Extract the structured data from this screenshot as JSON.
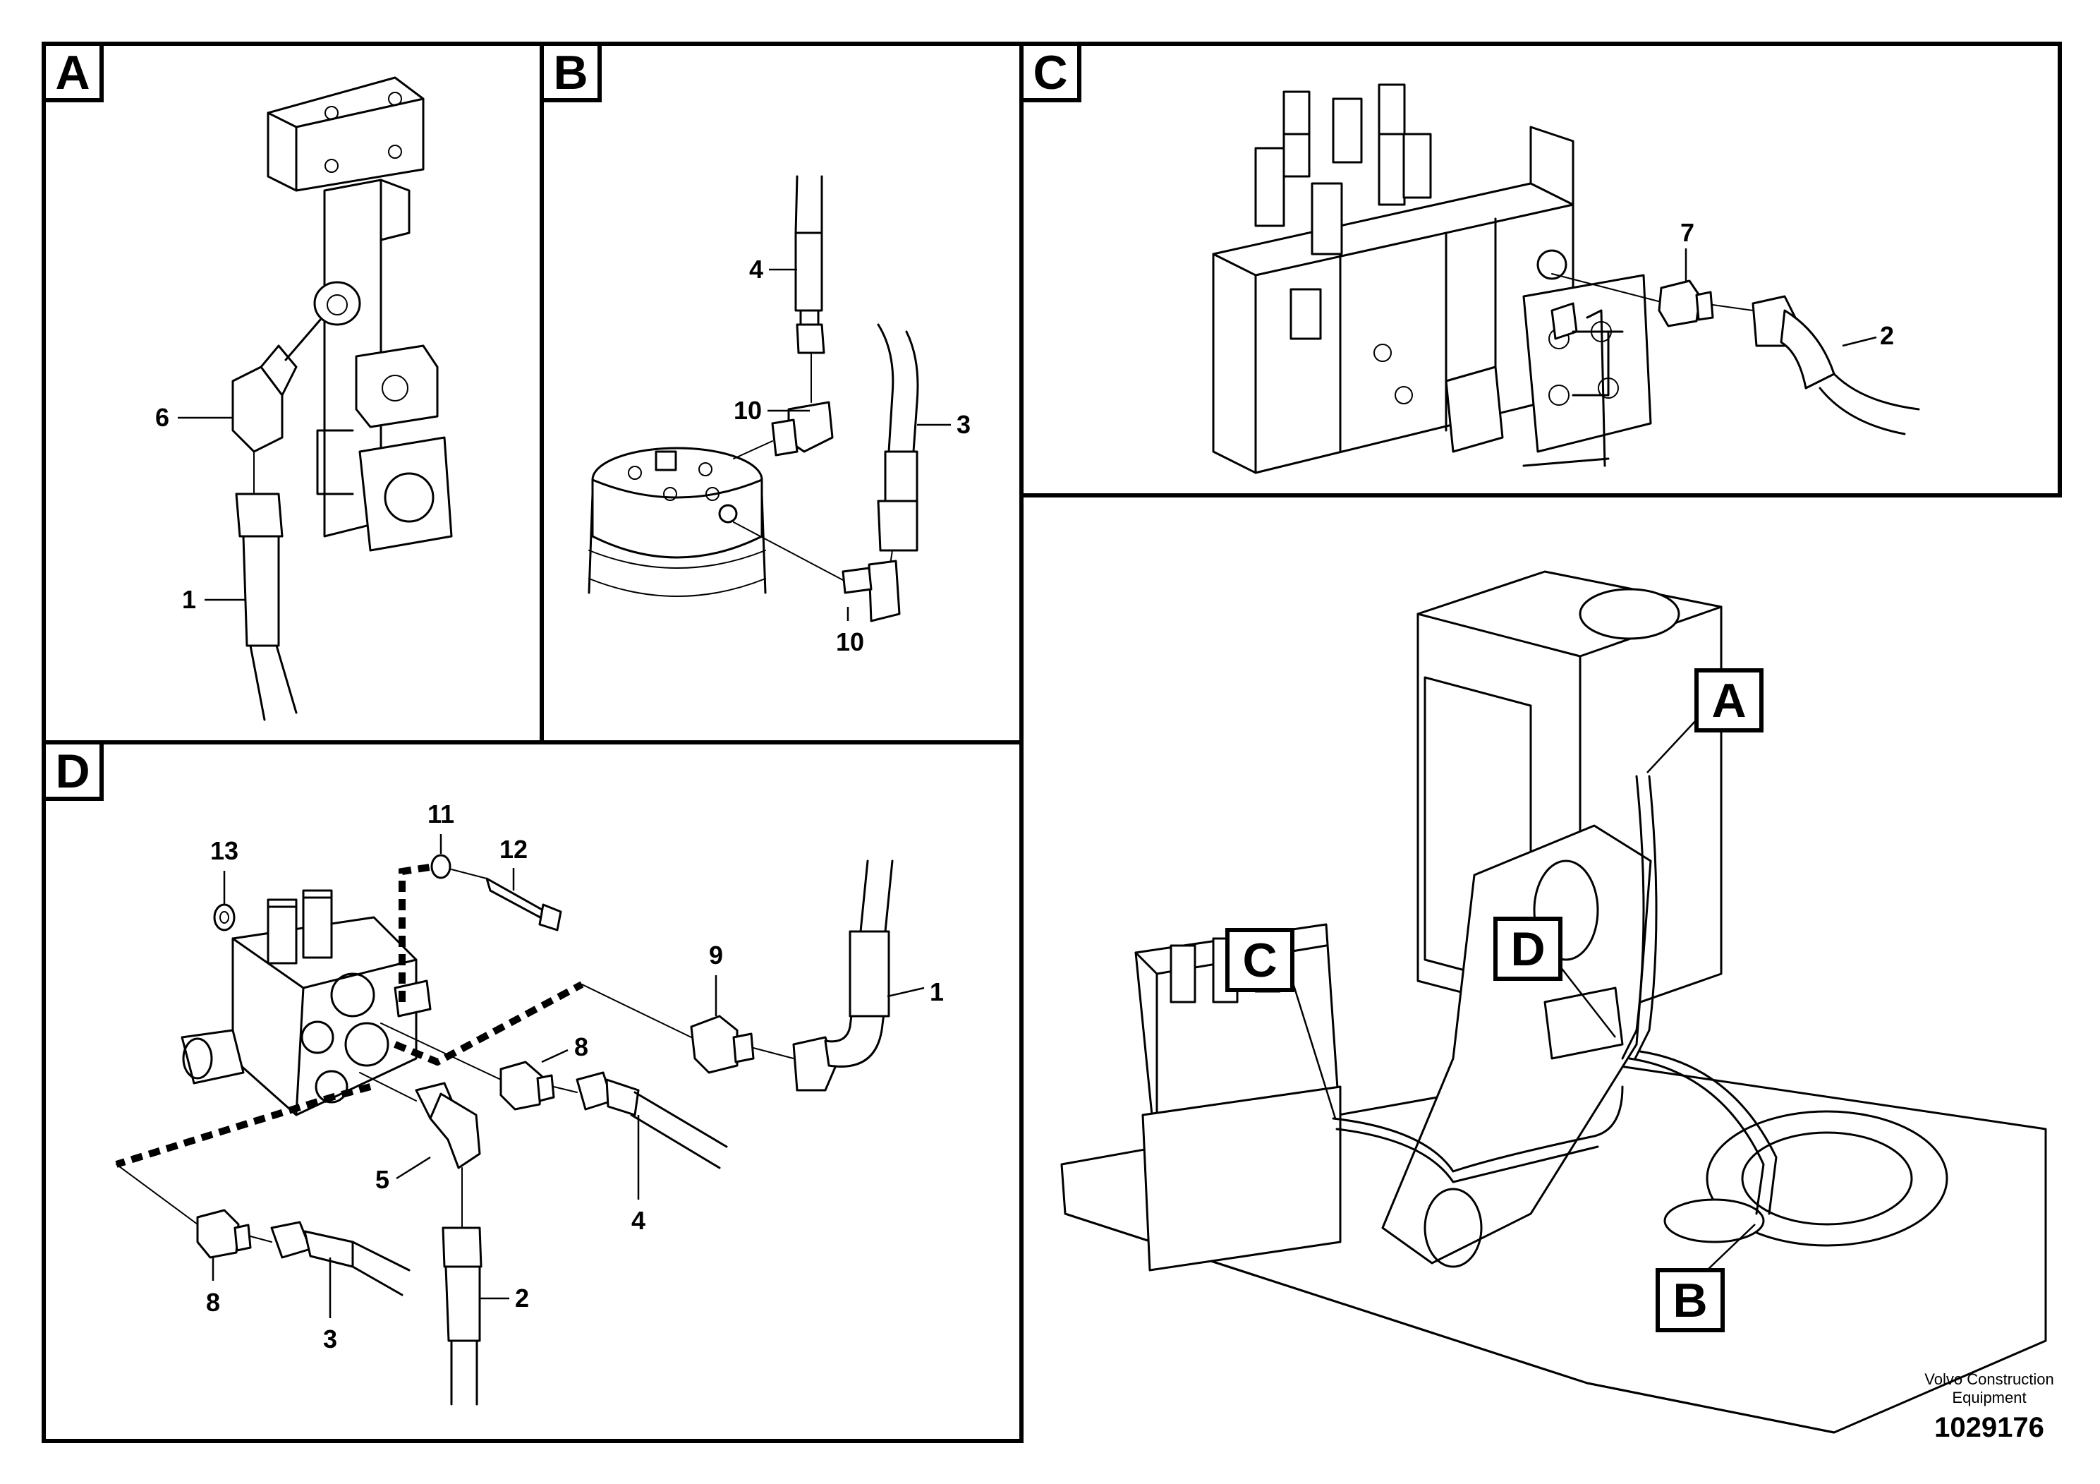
{
  "panels": {
    "a": {
      "letter": "A",
      "callouts": [
        "6",
        "1"
      ]
    },
    "b": {
      "letter": "B",
      "callouts": [
        "4",
        "10",
        "3",
        "10"
      ]
    },
    "c": {
      "letter": "C",
      "callouts": [
        "7",
        "2"
      ]
    },
    "d": {
      "letter": "D",
      "callouts": [
        "13",
        "11",
        "12",
        "9",
        "1",
        "8",
        "5",
        "4",
        "8",
        "3",
        "2"
      ]
    }
  },
  "overview": {
    "markers": [
      "A",
      "C",
      "D",
      "B"
    ]
  },
  "credit": {
    "line1": "Volvo Construction",
    "line2": "Equipment"
  },
  "figure_number": "1029176"
}
